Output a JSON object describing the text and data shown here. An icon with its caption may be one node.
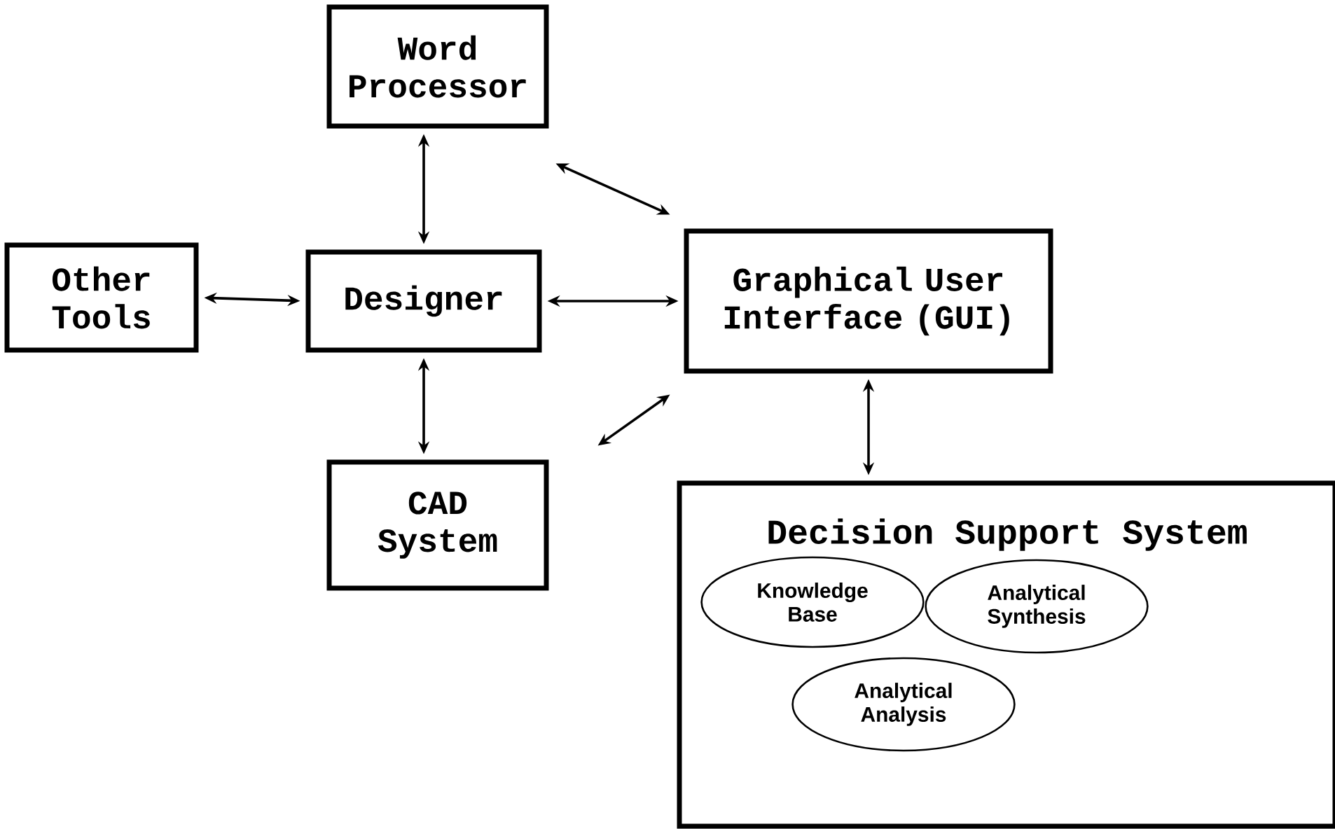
{
  "diagram": {
    "nodes": [
      {
        "text": [
          "Word Processor"
        ]
      },
      {
        "text": [
          "Other Tools"
        ]
      },
      {
        "text": [
          "Designer"
        ]
      },
      {
        "text": [
          "Graphical User Interface (GUI)"
        ]
      },
      {
        "text": [
          "CAD System"
        ]
      },
      {
        "text": [
          "Decision Support System"
        ]
      },
      {
        "text": [
          "Knowledge Base"
        ],
        "in": 5
      },
      {
        "text": [
          "Analytical Synthesis"
        ],
        "in": 5
      },
      {
        "text": [
          "Analytical Analysis"
        ],
        "in": 5
      }
    ],
    "edges": [
      {
        "from": 0,
        "to": 2,
        "arrow": "both"
      },
      {
        "from": 1,
        "to": 2,
        "arrow": "both"
      },
      {
        "from": 2,
        "to": 3,
        "arrow": "both"
      },
      {
        "from": 4,
        "to": 2,
        "arrow": "both"
      },
      {
        "from": 0,
        "to": 3,
        "arrow": "both"
      },
      {
        "from": 4,
        "to": 3,
        "arrow": "both"
      },
      {
        "from": 3,
        "to": 5,
        "arrow": "both"
      }
    ]
  }
}
